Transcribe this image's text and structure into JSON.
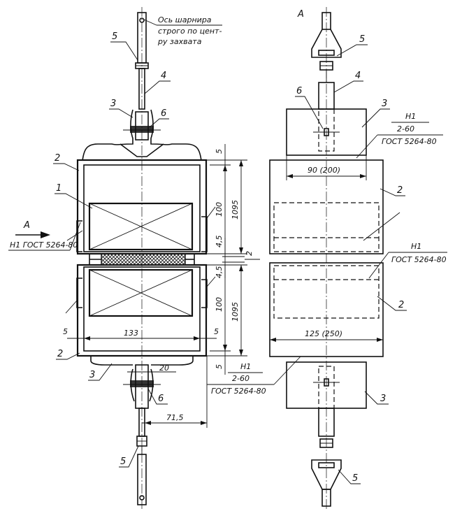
{
  "views": {
    "view_a_letter": "A",
    "arrow_a_letter": "A"
  },
  "notes": {
    "hinge_line1": "Ось шарнира",
    "hinge_line2": "строго по цент-",
    "hinge_line3": "ру захвата",
    "gost_left": "H1 ГОСТ 5264-80",
    "weld_top_line1": "H1",
    "weld_top_line2": "2-60",
    "weld_top_line3": "ГОСТ 5264-80",
    "weld_bottom_line1": "H1",
    "weld_bottom_line2": "2-60",
    "weld_bottom_line3": "ГОСТ 5264-80",
    "weld_right_line1": "H1",
    "weld_right_line2": "ГОСТ 5264-80"
  },
  "callouts": {
    "c5_top_left": "5",
    "c4_left": "4",
    "c3_left": "3",
    "c6_left": "6",
    "c2_left_top": "2",
    "c1_left": "1",
    "c2_left_bottom": "2",
    "c3_left_bottom": "3",
    "c6_left_bottom": "6",
    "c5_bottom_left": "5",
    "c5_top_right": "5",
    "c4_right": "4",
    "c6_right": "6",
    "c3_right_top": "3",
    "c2_right_top": "2",
    "c2_right_bottom": "2",
    "c3_right_bottom": "3",
    "c5_bottom_right": "5"
  },
  "dimensions": {
    "d5_top": "5",
    "d100_top": "100",
    "d1095_top": "1095",
    "d4_5_top": "4,5",
    "d2": "2",
    "d4_5_bottom": "4,5",
    "d100_bottom": "100",
    "d1095_bottom": "1095",
    "d5_left": "5",
    "d133": "133",
    "d5_right": "5",
    "d5_bottom": "5",
    "d20": "20",
    "d71_5": "71,5",
    "d90_200": "90 (200)",
    "d125_250": "125 (250)"
  }
}
